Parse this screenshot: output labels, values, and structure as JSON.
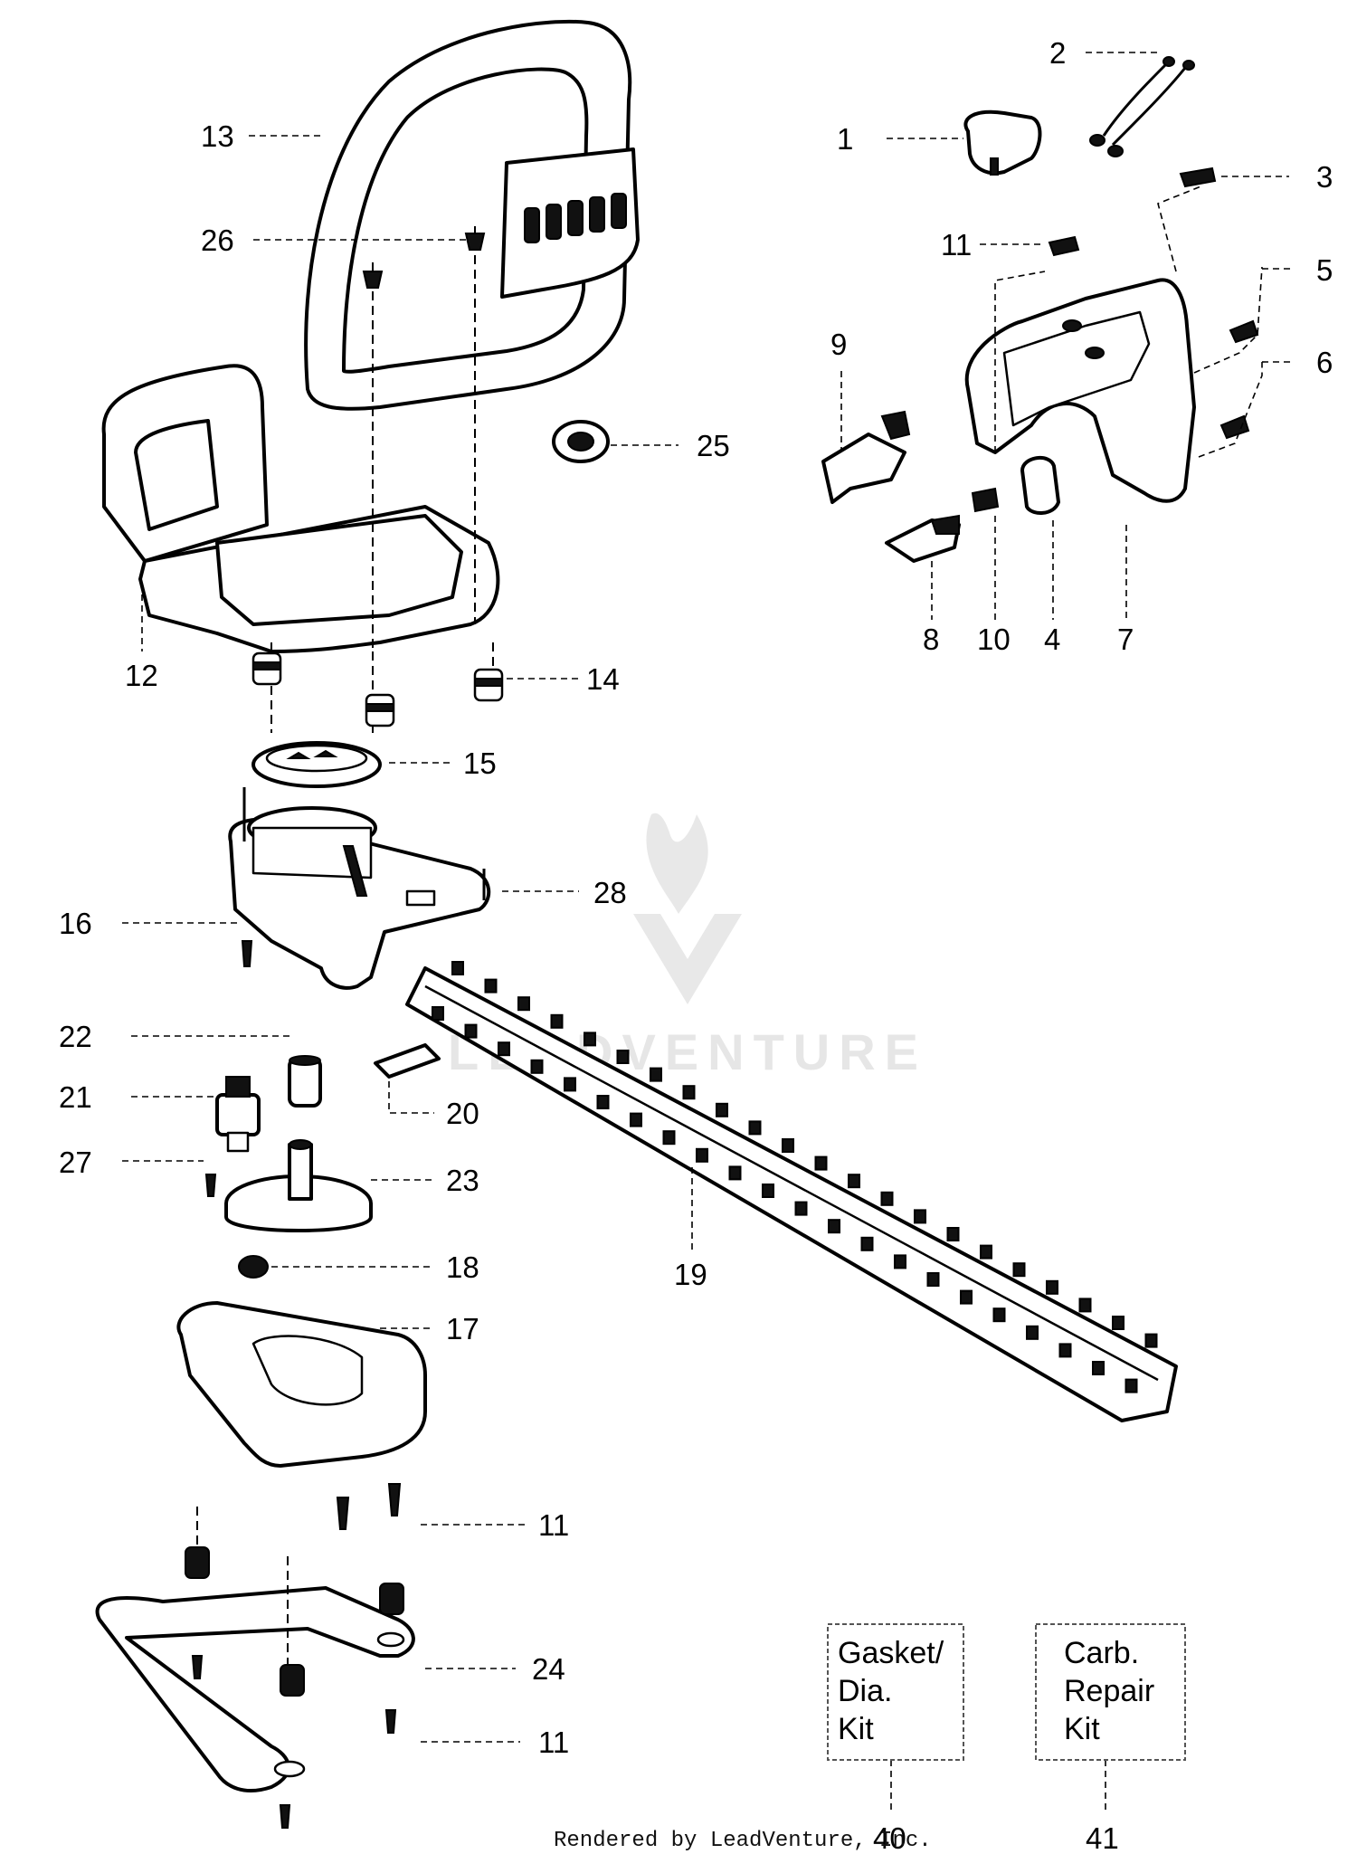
{
  "callouts": {
    "p1": "1",
    "p2": "2",
    "p3": "3",
    "p4": "4",
    "p5": "5",
    "p6": "6",
    "p7": "7",
    "p8": "8",
    "p9": "9",
    "p10": "10",
    "p11a": "11",
    "p11b": "11",
    "p11c": "11",
    "p12": "12",
    "p13": "13",
    "p14": "14",
    "p15": "15",
    "p16": "16",
    "p17": "17",
    "p18": "18",
    "p19": "19",
    "p20": "20",
    "p21": "21",
    "p22": "22",
    "p23": "23",
    "p24": "24",
    "p25": "25",
    "p26": "26",
    "p27": "27",
    "p28": "28"
  },
  "kits": [
    {
      "line1": "Gasket/",
      "line2": "Dia.",
      "line3": "Kit",
      "number": "40"
    },
    {
      "line1": "Carb.",
      "line2": "Repair",
      "line3": "Kit",
      "number": "41"
    }
  ],
  "watermark": "LEADVENTURE",
  "footer": "Rendered by LeadVenture, Inc."
}
